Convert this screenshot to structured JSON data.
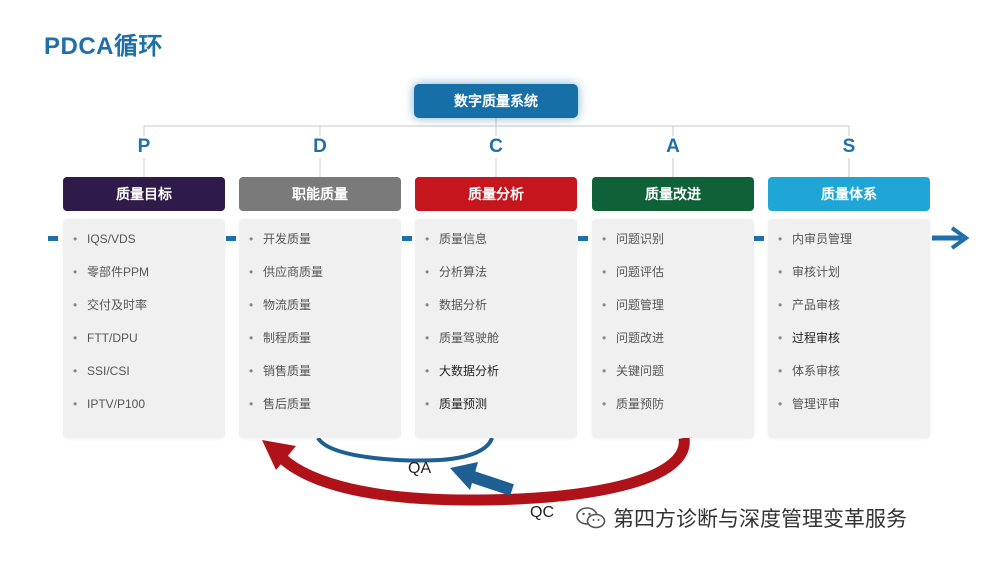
{
  "title": "PDCA循环",
  "top_box": "数字质量系统",
  "columns": [
    {
      "letter": "P",
      "header": "质量目标",
      "color": "#2f1b4a",
      "items": [
        "IQS/VDS",
        "零部件PPM",
        "交付及时率",
        "FTT/DPU",
        "SSI/CSI",
        "IPTV/P100"
      ]
    },
    {
      "letter": "D",
      "header": "职能质量",
      "color": "#7a7a7a",
      "items": [
        "开发质量",
        "供应商质量",
        "物流质量",
        "制程质量",
        "销售质量",
        "售后质量"
      ]
    },
    {
      "letter": "C",
      "header": "质量分析",
      "color": "#c4161c",
      "items": [
        "质量信息",
        "分析算法",
        "数据分析",
        "质量驾驶舱",
        "大数据分析",
        "质量预测"
      ]
    },
    {
      "letter": "A",
      "header": "质量改进",
      "color": "#0f6137",
      "items": [
        "问题识别",
        "问题评估",
        "问题管理",
        "问题改进",
        "关键问题",
        "质量预防"
      ]
    },
    {
      "letter": "S",
      "header": "质量体系",
      "color": "#1fa6d6",
      "items": [
        "内审员管理",
        "审核计划",
        "产品审核",
        "过程审核",
        "体系审核",
        "管理评审"
      ]
    }
  ],
  "loops": {
    "qa": "QA",
    "qc": "QC"
  },
  "watermark": "第四方诊断与深度管理变革服务",
  "colors": {
    "accent_blue": "#1f6fa8",
    "qc_red": "#b0121a",
    "qa_blue": "#1d5f93"
  }
}
